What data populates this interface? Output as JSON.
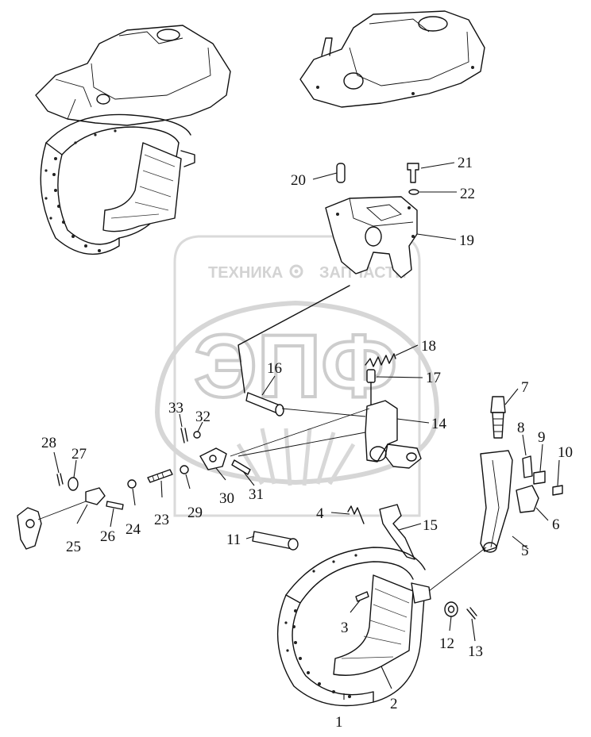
{
  "watermark": {
    "line1_left": "ТЕХНИКА",
    "line1_right": "ЗАПЧАСТИ",
    "big": "ЭПФ"
  },
  "callouts": [
    "1",
    "2",
    "3",
    "4",
    "5",
    "6",
    "7",
    "8",
    "9",
    "10",
    "11",
    "12",
    "13",
    "14",
    "15",
    "16",
    "17",
    "18",
    "19",
    "20",
    "21",
    "22",
    "23",
    "24",
    "25",
    "26",
    "27",
    "28",
    "29",
    "30",
    "31",
    "32",
    "33"
  ]
}
